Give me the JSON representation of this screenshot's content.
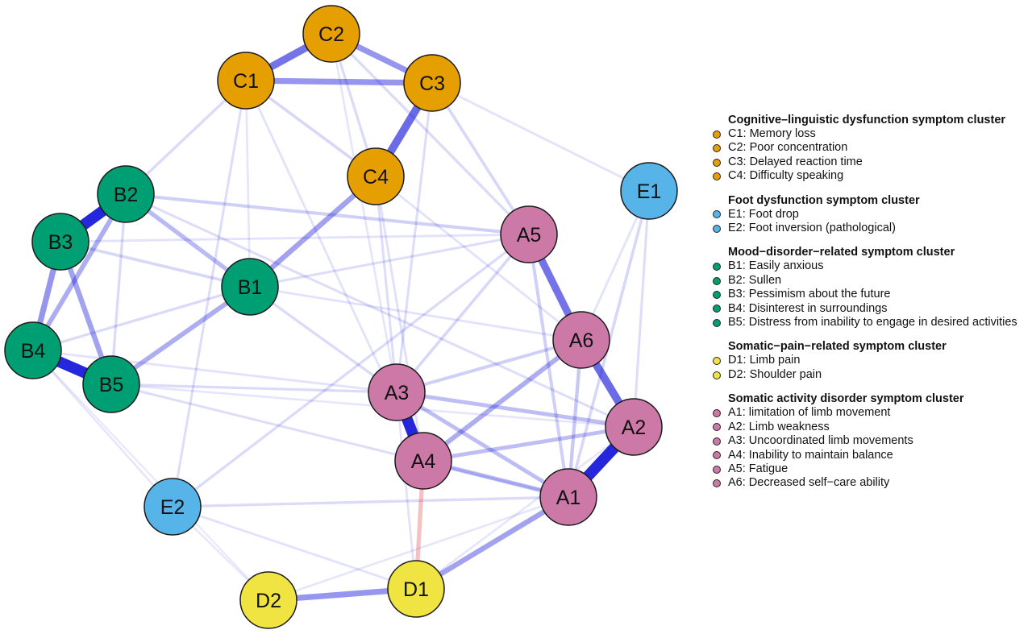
{
  "colors": {
    "cognitive": "#E69F00",
    "foot": "#56B4E9",
    "mood": "#009E73",
    "pain": "#F0E442",
    "somatic": "#CC79A7",
    "positive_edge": "#1010D8",
    "negative_edge": "#E05050"
  },
  "nodes": [
    {
      "id": "C1",
      "group": "cognitive"
    },
    {
      "id": "C2",
      "group": "cognitive"
    },
    {
      "id": "C3",
      "group": "cognitive"
    },
    {
      "id": "C4",
      "group": "cognitive"
    },
    {
      "id": "E1",
      "group": "foot"
    },
    {
      "id": "E2",
      "group": "foot"
    },
    {
      "id": "B1",
      "group": "mood"
    },
    {
      "id": "B2",
      "group": "mood"
    },
    {
      "id": "B3",
      "group": "mood"
    },
    {
      "id": "B4",
      "group": "mood"
    },
    {
      "id": "B5",
      "group": "mood"
    },
    {
      "id": "D1",
      "group": "pain"
    },
    {
      "id": "D2",
      "group": "pain"
    },
    {
      "id": "A1",
      "group": "somatic"
    },
    {
      "id": "A2",
      "group": "somatic"
    },
    {
      "id": "A3",
      "group": "somatic"
    },
    {
      "id": "A4",
      "group": "somatic"
    },
    {
      "id": "A5",
      "group": "somatic"
    },
    {
      "id": "A6",
      "group": "somatic"
    }
  ],
  "edges": [
    {
      "from": "C1",
      "to": "C2",
      "weight": 0.55
    },
    {
      "from": "C2",
      "to": "C3",
      "weight": 0.4
    },
    {
      "from": "C1",
      "to": "C3",
      "weight": 0.4
    },
    {
      "from": "C3",
      "to": "C4",
      "weight": 0.6
    },
    {
      "from": "C4",
      "to": "B1",
      "weight": 0.35
    },
    {
      "from": "B2",
      "to": "B3",
      "weight": 0.9
    },
    {
      "from": "B4",
      "to": "B5",
      "weight": 0.9
    },
    {
      "from": "B3",
      "to": "B4",
      "weight": 0.4
    },
    {
      "from": "B3",
      "to": "B5",
      "weight": 0.35
    },
    {
      "from": "B2",
      "to": "B4",
      "weight": 0.3
    },
    {
      "from": "B2",
      "to": "B1",
      "weight": 0.25
    },
    {
      "from": "B1",
      "to": "B5",
      "weight": 0.3
    },
    {
      "from": "A3",
      "to": "A4",
      "weight": 0.9
    },
    {
      "from": "A1",
      "to": "A2",
      "weight": 0.9
    },
    {
      "from": "A5",
      "to": "A6",
      "weight": 0.55
    },
    {
      "from": "A6",
      "to": "A2",
      "weight": 0.6
    },
    {
      "from": "A4",
      "to": "A6",
      "weight": 0.3
    },
    {
      "from": "A1",
      "to": "D1",
      "weight": 0.35
    },
    {
      "from": "D1",
      "to": "D2",
      "weight": 0.4
    },
    {
      "from": "A3",
      "to": "A2",
      "weight": 0.22
    },
    {
      "from": "A3",
      "to": "A1",
      "weight": 0.22
    },
    {
      "from": "A4",
      "to": "A1",
      "weight": 0.25
    },
    {
      "from": "A4",
      "to": "A2",
      "weight": 0.22
    },
    {
      "from": "A6",
      "to": "A1",
      "weight": 0.18
    },
    {
      "from": "A5",
      "to": "A1",
      "weight": 0.15
    },
    {
      "from": "A3",
      "to": "A6",
      "weight": 0.15
    },
    {
      "from": "A3",
      "to": "A5",
      "weight": 0.12
    },
    {
      "from": "E1",
      "to": "A1",
      "weight": 0.12
    },
    {
      "from": "E1",
      "to": "A2",
      "weight": 0.08
    },
    {
      "from": "E1",
      "to": "A6",
      "weight": 0.06
    },
    {
      "from": "B2",
      "to": "A5",
      "weight": 0.15
    },
    {
      "from": "B2",
      "to": "C1",
      "weight": 0.1
    },
    {
      "from": "B3",
      "to": "B1",
      "weight": 0.12
    },
    {
      "from": "B4",
      "to": "B1",
      "weight": 0.1
    },
    {
      "from": "B2",
      "to": "B5",
      "weight": 0.1
    },
    {
      "from": "B1",
      "to": "A3",
      "weight": 0.1
    },
    {
      "from": "B1",
      "to": "A5",
      "weight": 0.08
    },
    {
      "from": "B5",
      "to": "A3",
      "weight": 0.1
    },
    {
      "from": "B5",
      "to": "A1",
      "weight": 0.08
    },
    {
      "from": "B2",
      "to": "A2",
      "weight": 0.08
    },
    {
      "from": "C1",
      "to": "C4",
      "weight": 0.12
    },
    {
      "from": "C2",
      "to": "C4",
      "weight": 0.1
    },
    {
      "from": "C3",
      "to": "A5",
      "weight": 0.12
    },
    {
      "from": "C2",
      "to": "A5",
      "weight": 0.1
    },
    {
      "from": "C3",
      "to": "A3",
      "weight": 0.08
    },
    {
      "from": "C1",
      "to": "E2",
      "weight": 0.08
    },
    {
      "from": "C4",
      "to": "A3",
      "weight": 0.08
    },
    {
      "from": "C4",
      "to": "A4",
      "weight": 0.07
    },
    {
      "from": "C1",
      "to": "A4",
      "weight": 0.06
    },
    {
      "from": "C3",
      "to": "E1",
      "weight": 0.06
    },
    {
      "from": "C2",
      "to": "A3",
      "weight": 0.05
    },
    {
      "from": "C4",
      "to": "A6",
      "weight": 0.06
    },
    {
      "from": "E2",
      "to": "A5",
      "weight": 0.1
    },
    {
      "from": "E2",
      "to": "A1",
      "weight": 0.1
    },
    {
      "from": "E2",
      "to": "D1",
      "weight": 0.06
    },
    {
      "from": "E2",
      "to": "B4",
      "weight": 0.05
    },
    {
      "from": "A4",
      "to": "D1",
      "weight": 0.25,
      "negative": true
    },
    {
      "from": "A3",
      "to": "D1",
      "weight": 0.06
    },
    {
      "from": "D2",
      "to": "A1",
      "weight": 0.05
    },
    {
      "from": "D2",
      "to": "E2",
      "weight": 0.04
    },
    {
      "from": "D2",
      "to": "B4",
      "weight": 0.03
    },
    {
      "from": "D1",
      "to": "A2",
      "weight": 0.05
    },
    {
      "from": "B4",
      "to": "A3",
      "weight": 0.06
    },
    {
      "from": "B3",
      "to": "A5",
      "weight": 0.06
    },
    {
      "from": "B1",
      "to": "A6",
      "weight": 0.06
    },
    {
      "from": "B5",
      "to": "A2",
      "weight": 0.05
    },
    {
      "from": "C1",
      "to": "B1",
      "weight": 0.05
    }
  ],
  "legend": [
    {
      "title": "Cognitive–linguistic dysfunction symptom cluster",
      "group": "cognitive",
      "items": [
        "C1: Memory loss",
        "C2: Poor concentration",
        "C3: Delayed reaction time",
        "C4: Difficulty speaking"
      ]
    },
    {
      "title": "Foot dysfunction symptom cluster",
      "group": "foot",
      "items": [
        "E1: Foot drop",
        "E2: Foot inversion (pathological)"
      ]
    },
    {
      "title": "Mood−disorder−related symptom cluster",
      "group": "mood",
      "items": [
        "B1: Easily anxious",
        "B2:  Sullen",
        "B3: Pessimism about the future",
        "B4: Disinterest in surroundings",
        "B5: Distress from inability to engage in desired activities"
      ]
    },
    {
      "title": "Somatic−pain−related symptom cluster",
      "group": "pain",
      "items": [
        "D1: Limb pain",
        "D2: Shoulder pain"
      ]
    },
    {
      "title": "Somatic activity disorder symptom cluster",
      "group": "somatic",
      "items": [
        "A1: limitation of limb movement",
        "A2: Limb weakness",
        "A3: Uncoordinated limb movements",
        "A4: Inability to maintain balance",
        "A5: Fatigue",
        "A6: Decreased self−care ability"
      ]
    }
  ]
}
